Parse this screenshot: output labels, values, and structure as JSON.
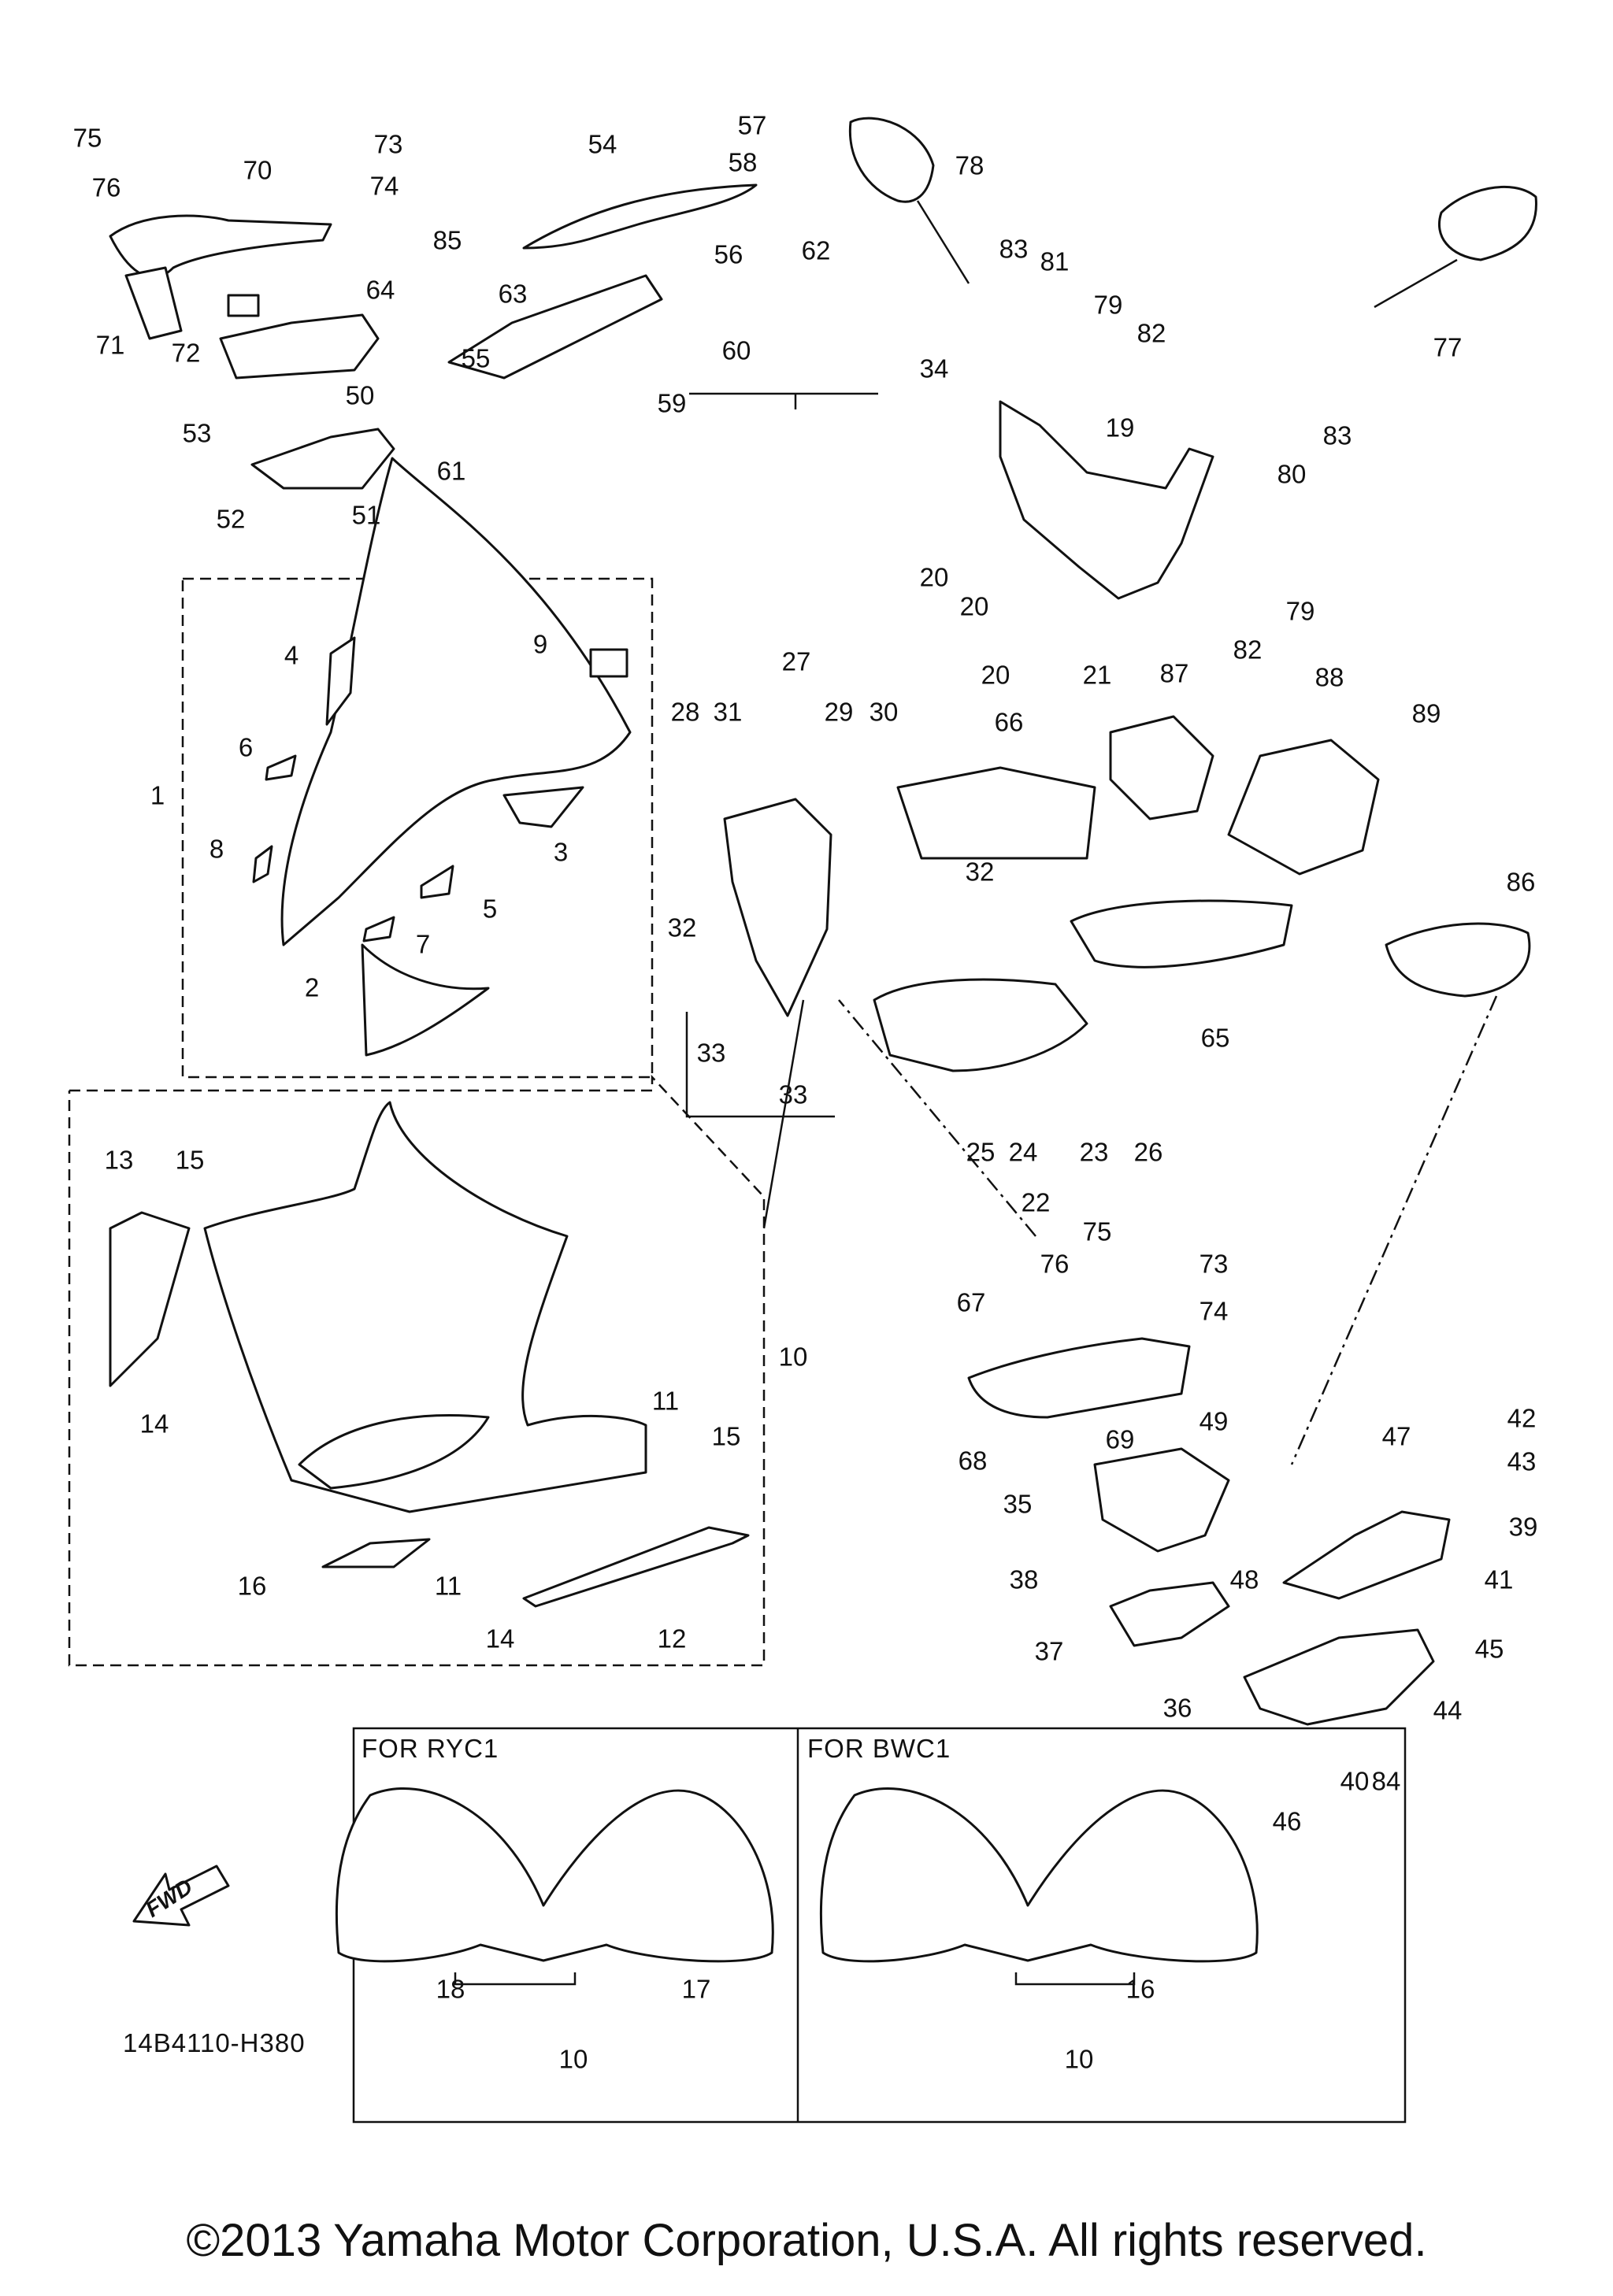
{
  "diagram": {
    "callouts": {
      "n1": "1",
      "n2": "2",
      "n3": "3",
      "n4": "4",
      "n5": "5",
      "n6": "6",
      "n7": "7",
      "n8": "8",
      "n9": "9",
      "n10": "10",
      "n11": "11",
      "n12": "12",
      "n13": "13",
      "n14": "14",
      "n15": "15",
      "n16": "16",
      "n17": "17",
      "n18": "18",
      "n19": "19",
      "n20": "20",
      "n21": "21",
      "n22": "22",
      "n23": "23",
      "n24": "24",
      "n25": "25",
      "n26": "26",
      "n27": "27",
      "n28": "28",
      "n29": "29",
      "n30": "30",
      "n31": "31",
      "n32": "32",
      "n33": "33",
      "n34": "34",
      "n35": "35",
      "n36": "36",
      "n37": "37",
      "n38": "38",
      "n39": "39",
      "n40": "40",
      "n41": "41",
      "n42": "42",
      "n43": "43",
      "n44": "44",
      "n45": "45",
      "n46": "46",
      "n47": "47",
      "n48": "48",
      "n49": "49",
      "n50": "50",
      "n51": "51",
      "n52": "52",
      "n53": "53",
      "n54": "54",
      "n55": "55",
      "n56": "56",
      "n57": "57",
      "n58": "58",
      "n59": "59",
      "n60": "60",
      "n61": "61",
      "n62": "62",
      "n63": "63",
      "n64": "64",
      "n65": "65",
      "n66": "66",
      "n67": "67",
      "n68": "68",
      "n69": "69",
      "n70": "70",
      "n71": "71",
      "n72": "72",
      "n73": "73",
      "n74": "74",
      "n75": "75",
      "n76": "76",
      "n77": "77",
      "n78": "78",
      "n79": "79",
      "n80": "80",
      "n81": "81",
      "n82": "82",
      "n83": "83",
      "n84": "84",
      "n85": "85",
      "n86": "86",
      "n87": "87",
      "n88": "88",
      "n89": "89"
    },
    "variant_ryc1": "FOR RYC1",
    "variant_bwc1": "FOR BWC1",
    "fwd": "FWD",
    "drawing_code": "14B4110-H380",
    "copyright": "©2013 Yamaha Motor Corporation, U.S.A. All rights reserved."
  }
}
